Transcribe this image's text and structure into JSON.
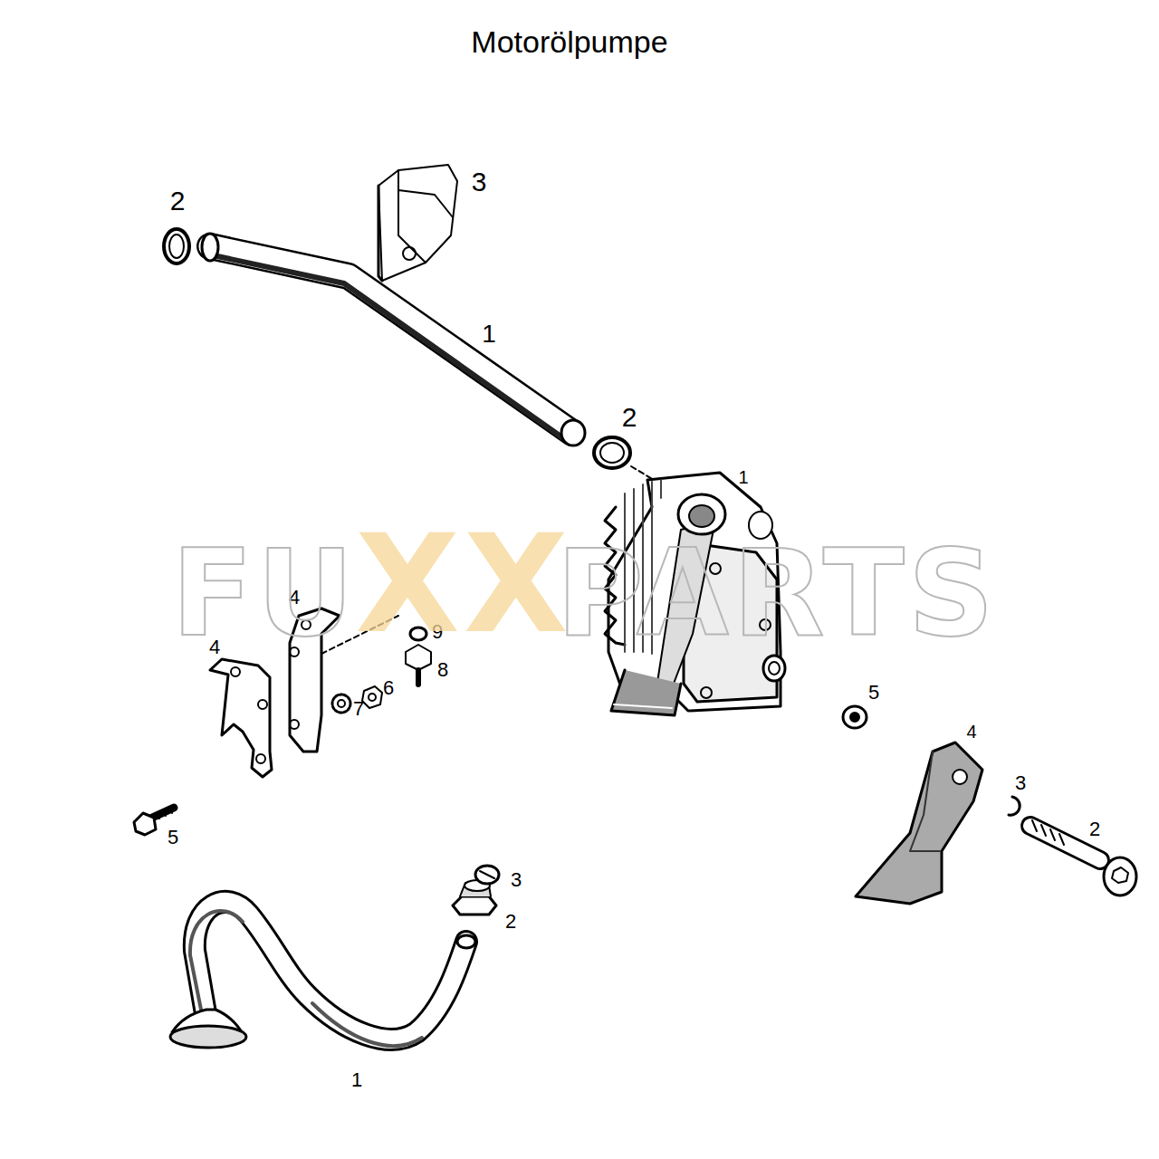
{
  "diagram": {
    "title": "Motorölpumpe",
    "labels": [
      "2",
      "3",
      "1",
      "2",
      "1",
      "4",
      "9",
      "4",
      "8",
      "6",
      "7",
      "5",
      "4",
      "3",
      "2",
      "5",
      "3",
      "2",
      "1",
      "FU",
      "XX",
      "PARTS"
    ]
  }
}
